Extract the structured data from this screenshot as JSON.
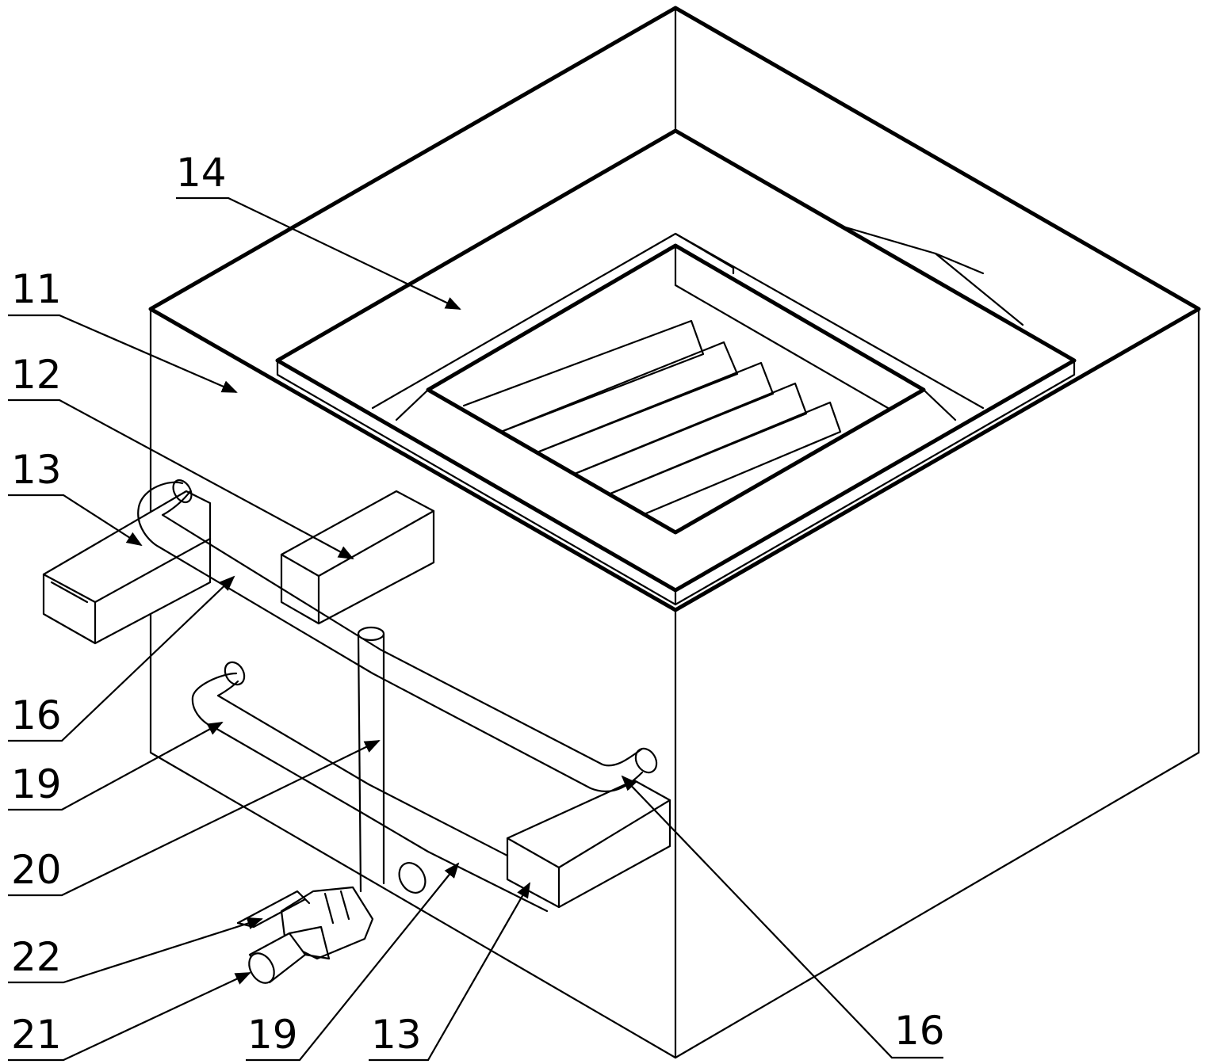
{
  "callouts": [
    {
      "id": "c14a",
      "text": "14"
    },
    {
      "id": "c11a",
      "text": "11"
    },
    {
      "id": "c12a",
      "text": "12"
    },
    {
      "id": "c13a",
      "text": "13"
    },
    {
      "id": "c16a",
      "text": "16"
    },
    {
      "id": "c19a",
      "text": "19"
    },
    {
      "id": "c20a",
      "text": "20"
    },
    {
      "id": "c22a",
      "text": "22"
    },
    {
      "id": "c21a",
      "text": "21"
    },
    {
      "id": "c19b",
      "text": "19"
    },
    {
      "id": "c13b",
      "text": "13"
    },
    {
      "id": "c16b",
      "text": "16"
    }
  ]
}
